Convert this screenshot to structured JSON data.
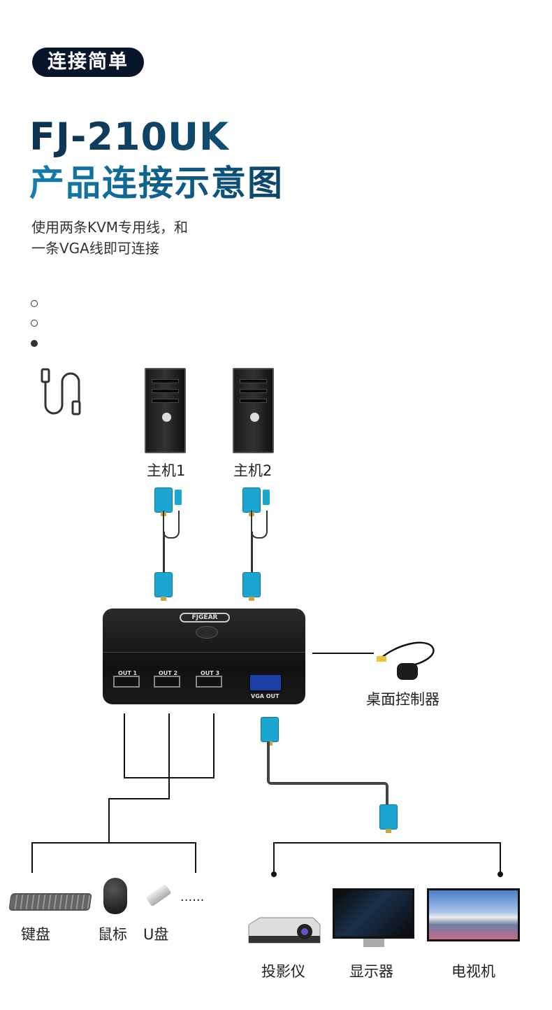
{
  "badge": "连接简单",
  "title_model": "FJ-210UK",
  "title_cn": "产品连接示意图",
  "subtitle": [
    "使用两条KVM专用线，和",
    "一条VGA线即可连接"
  ],
  "hosts": [
    "主机1",
    "主机2"
  ],
  "kvm": {
    "brand": "FJGEAR",
    "ports": [
      "OUT 1",
      "OUT 2",
      "OUT 3"
    ],
    "vga": "VGA OUT"
  },
  "controller": "桌面控制器",
  "peripherals": [
    "键盘",
    "鼠标",
    "U盘"
  ],
  "ellipsis": "......",
  "displays": [
    "投影仪",
    "显示器",
    "电视机"
  ],
  "colors": {
    "badge": "#08152a",
    "cable": "#1ba6d1"
  }
}
